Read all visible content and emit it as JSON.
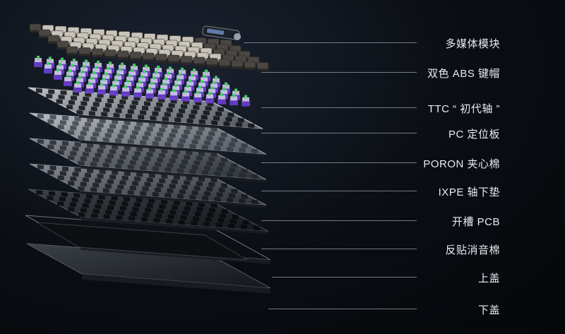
{
  "layers": [
    {
      "name": "multimedia-module",
      "label": "多媒体模块"
    },
    {
      "name": "keycaps",
      "label": "双色 ABS 键帽"
    },
    {
      "name": "switches",
      "label": "TTC “ 初代轴 ”"
    },
    {
      "name": "plate",
      "label": "PC 定位板"
    },
    {
      "name": "poron-foam",
      "label": "PORON 夹心棉"
    },
    {
      "name": "ixpe-pad",
      "label": "IXPE 轴下垫"
    },
    {
      "name": "pcb",
      "label": "开槽 PCB"
    },
    {
      "name": "dampening-foam",
      "label": "反贴消音棉"
    },
    {
      "name": "top-case",
      "label": "上盖"
    },
    {
      "name": "bottom-case",
      "label": "下盖"
    }
  ],
  "colors": {
    "background": "#07090d",
    "label_text": "#e8ecf2",
    "leader_line": "#8c96a3",
    "switch_purple": "#6a3fd1",
    "switch_green": "#3fd15a",
    "keycap_light": "#c9c4ba",
    "keycap_dark": "#4a4642"
  }
}
